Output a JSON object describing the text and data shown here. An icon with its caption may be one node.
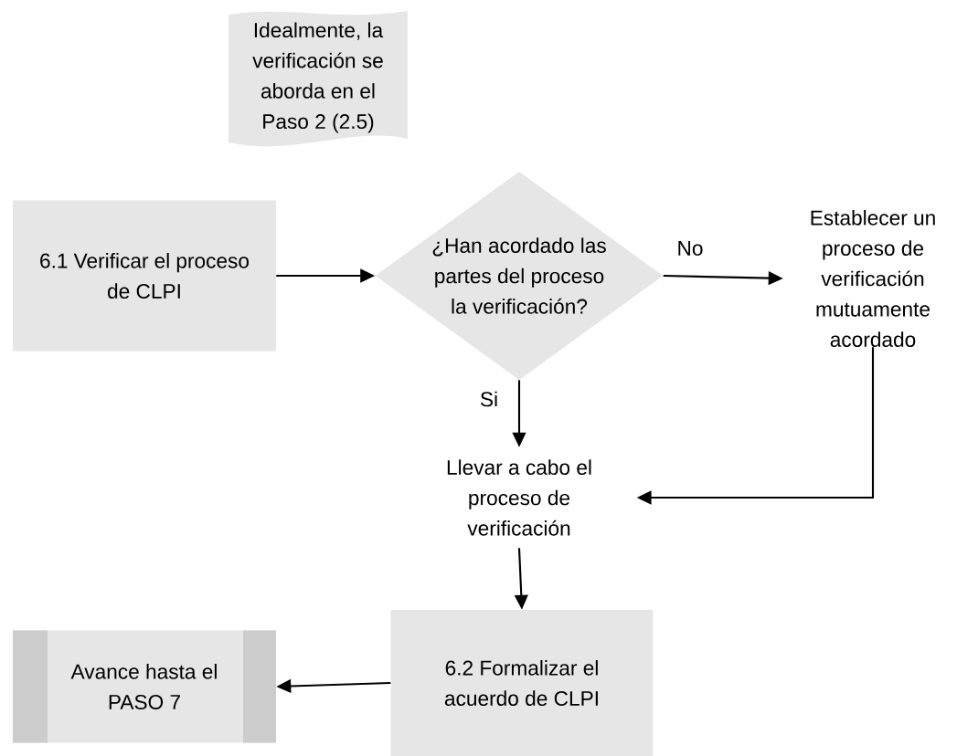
{
  "diagram": {
    "nodes": [
      {
        "text": [
          "Idealmente, la verificación se aborda en el Paso 2 (2.5)"
        ]
      },
      {
        "text": [
          "6.1 Verificar el proceso de CLPI"
        ]
      },
      {
        "text": [
          "¿Han acordado las partes del proceso la verificación?"
        ]
      },
      {
        "text": [
          "Establecer un proceso de verificación mutuamente acordado"
        ]
      },
      {
        "text": [
          "Llevar a cabo el proceso de verificación"
        ]
      },
      {
        "text": [
          "6.2 Formalizar el acuerdo de CLPI"
        ]
      },
      {
        "text": [
          "Avance hasta el PASO 7"
        ]
      }
    ],
    "edges": [
      {
        "from": 1,
        "to": 2,
        "arrow": "to"
      },
      {
        "from": 2,
        "to": 3,
        "arrow": "to",
        "label": "No"
      },
      {
        "from": 2,
        "to": 4,
        "arrow": "to",
        "label": "Si"
      },
      {
        "from": 3,
        "to": 4,
        "arrow": "to"
      },
      {
        "from": 4,
        "to": 5,
        "arrow": "to"
      },
      {
        "from": 5,
        "to": 6,
        "arrow": "to"
      }
    ]
  }
}
